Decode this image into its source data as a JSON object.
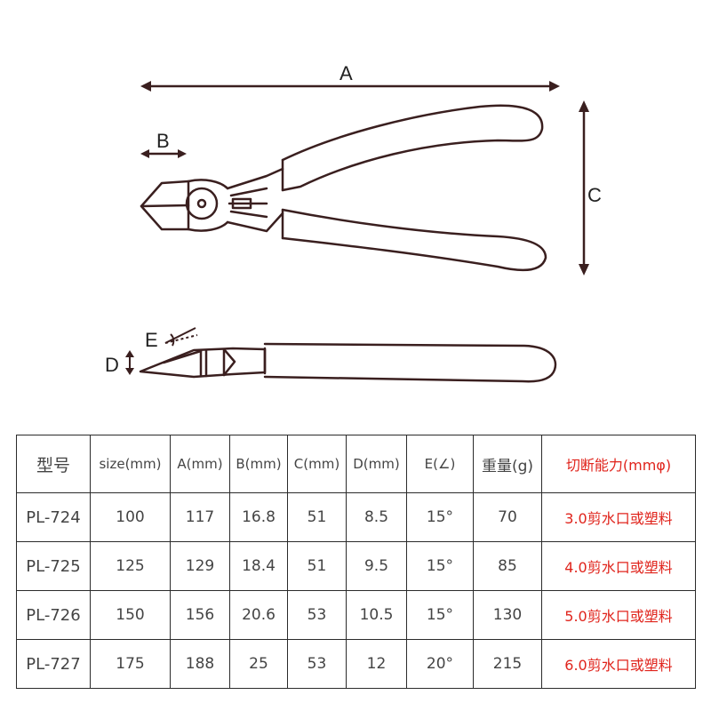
{
  "diagram": {
    "labels": {
      "A": "A",
      "B": "B",
      "C": "C",
      "D": "D",
      "E": "E"
    },
    "line_color": "#3a1f1f"
  },
  "table": {
    "headers": [
      "型号",
      "size(mm)",
      "A(mm)",
      "B(mm)",
      "C(mm)",
      "D(mm)",
      "E(∠)",
      "重量(g)",
      "切断能力(mmφ)"
    ],
    "rows": [
      [
        "PL-724",
        "100",
        "117",
        "16.8",
        "51",
        "8.5",
        "15°",
        "70",
        "3.0剪水口或塑料"
      ],
      [
        "PL-725",
        "125",
        "129",
        "18.4",
        "51",
        "9.5",
        "15°",
        "85",
        "4.0剪水口或塑料"
      ],
      [
        "PL-726",
        "150",
        "156",
        "20.6",
        "53",
        "10.5",
        "15°",
        "130",
        "5.0剪水口或塑料"
      ],
      [
        "PL-727",
        "175",
        "188",
        "25",
        "53",
        "12",
        "20°",
        "215",
        "6.0剪水口或塑料"
      ]
    ],
    "accent_color": "#e0241c"
  }
}
